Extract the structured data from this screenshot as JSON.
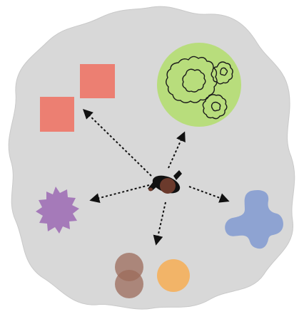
{
  "diagram": {
    "title": "",
    "colors": {
      "region": "#d8d8d8",
      "region_stroke": "#c9c9c9",
      "squares": "#ec7f72",
      "shrubs_circle": "#b8dd7c",
      "shrub_line": "#1b1b1b",
      "starburst": "#a57ab9",
      "cross_blob": "#8ea3d2",
      "overlap_circles": "#9c6b5b",
      "orange_circle": "#f2b468",
      "arrow": "#111111",
      "person_skin": "#6b3a2c",
      "person_clothes": "#111111"
    },
    "nodes": [
      {
        "id": "person",
        "icon": "person-topdown-icon",
        "label": ""
      },
      {
        "id": "squares",
        "icon": "two-squares-icon",
        "label": ""
      },
      {
        "id": "shrubs",
        "icon": "shrubs-in-circle-icon",
        "label": ""
      },
      {
        "id": "starburst",
        "icon": "starburst-icon",
        "label": ""
      },
      {
        "id": "cross",
        "icon": "cross-blob-icon",
        "label": ""
      },
      {
        "id": "circles",
        "icon": "overlapping-circles-icon",
        "label": ""
      }
    ],
    "arrows": [
      {
        "from": "person",
        "to": "squares",
        "style": "dotted"
      },
      {
        "from": "person",
        "to": "shrubs",
        "style": "dotted"
      },
      {
        "from": "person",
        "to": "starburst",
        "style": "dotted"
      },
      {
        "from": "person",
        "to": "cross",
        "style": "dotted"
      },
      {
        "from": "person",
        "to": "circles",
        "style": "dotted"
      }
    ]
  }
}
